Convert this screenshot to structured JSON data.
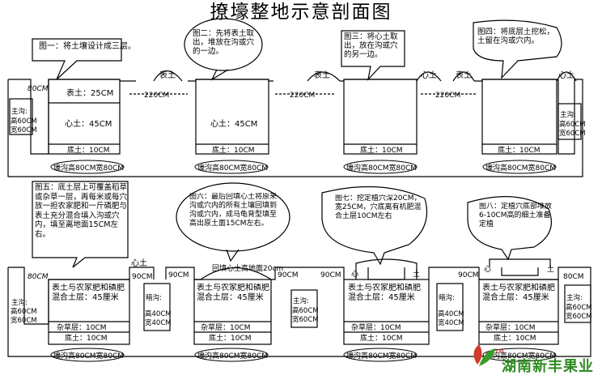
{
  "title": "撩壕整地示意剖面图",
  "top": {
    "notes": [
      "图一：将土壤设计成三层。",
      "图二：先将表土取出，堆放在沟或穴的一边。",
      "图三：将心土取出，放在沟或穴的另一边。",
      "图四：将底层土挖松，土留在沟或穴内。"
    ],
    "depth_label": "80CM",
    "width_label": "宽60CM",
    "height_label": "高60CM",
    "main_label": "主沟:",
    "gap_label": "220CM",
    "topsoil_25": "表土：25CM",
    "subsoil_45": "心土：45CM",
    "bottom_10": "底土：10CM",
    "pile_top": "表土",
    "pile_sub": "心土",
    "trench_dim": "壕沟高80CM宽80CM"
  },
  "bottom": {
    "notes": [
      "图五：底土层上可覆盖稻草或杂草一层，再每米或每穴放一担农家肥和一斤磷肥与表土充分混合填入沟或穴内，填至离地面15CM左右。",
      "图六：最后回填心土将原来沟或穴内的所有土壤回填到沟或穴内，成马龟背型填至高出原土面15CM左右。",
      "图七：挖定植穴深20CM，宽25CM，穴底离有机肥混合土层10CM左右",
      "图八：定植穴底部堆放6-10CM高的细土准备定植"
    ],
    "depth_label": "80CM",
    "gap_label": "90CM",
    "main_label": "主沟:",
    "height_label": "高60CM",
    "width_label": "宽60CM",
    "side_label": "暗沟:",
    "side_height": "高40CM",
    "side_width": "宽40CM",
    "mix_layer": "表土与农家肥和磷肥混合土层：45厘米",
    "straw_layer": "杂草层：10CM",
    "bottom_10": "底土：10CM",
    "backfill": "回填心土高地面20cm",
    "soil_char": "心",
    "soil_char2": "土",
    "trench_dim": "壕沟高80CM宽80CM"
  },
  "logo": {
    "tm": "TM",
    "text": "湖南新丰果业",
    "color": "#2e8b22"
  }
}
